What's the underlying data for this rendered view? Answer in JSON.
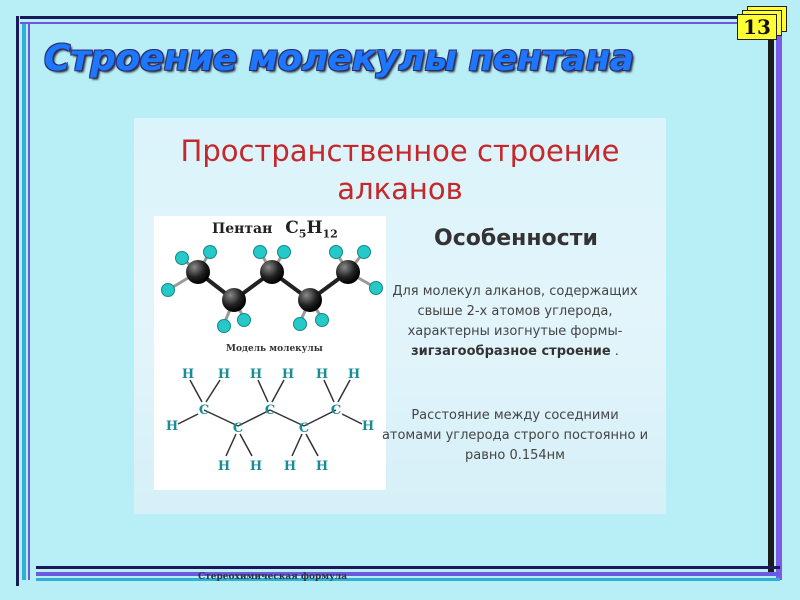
{
  "page_number": "13",
  "title": "Строение молекулы пентана",
  "panel": {
    "heading_line1": "Пространственное строение",
    "heading_line2": "алканов",
    "molecule_name": "Пентан",
    "formula": {
      "c": "C",
      "c_count": "5",
      "h": "H",
      "h_count": "12"
    },
    "model_caption": "Модель молекулы",
    "stereo_caption": "Стереохимическая формула",
    "atom_c": "C",
    "atom_h": "H",
    "features_title": "Особенности",
    "features_text_pre": "Для молекул алканов, содержащих свыше 2-х атомов углерода, характерны изогнутые формы-",
    "features_text_bold": "зигзагообразное строение",
    "features_text_post": " .",
    "distance_text": "Расстояние между соседними атомами углерода строго постоянно и равно 0.154нм"
  },
  "colors": {
    "background": "#b8eef6",
    "title_blue": "#1e78ff",
    "heading_red": "#c5272a",
    "carbon": "#222222",
    "hydrogen": "#27c8c8",
    "formula_teal": "#1a8c96"
  }
}
